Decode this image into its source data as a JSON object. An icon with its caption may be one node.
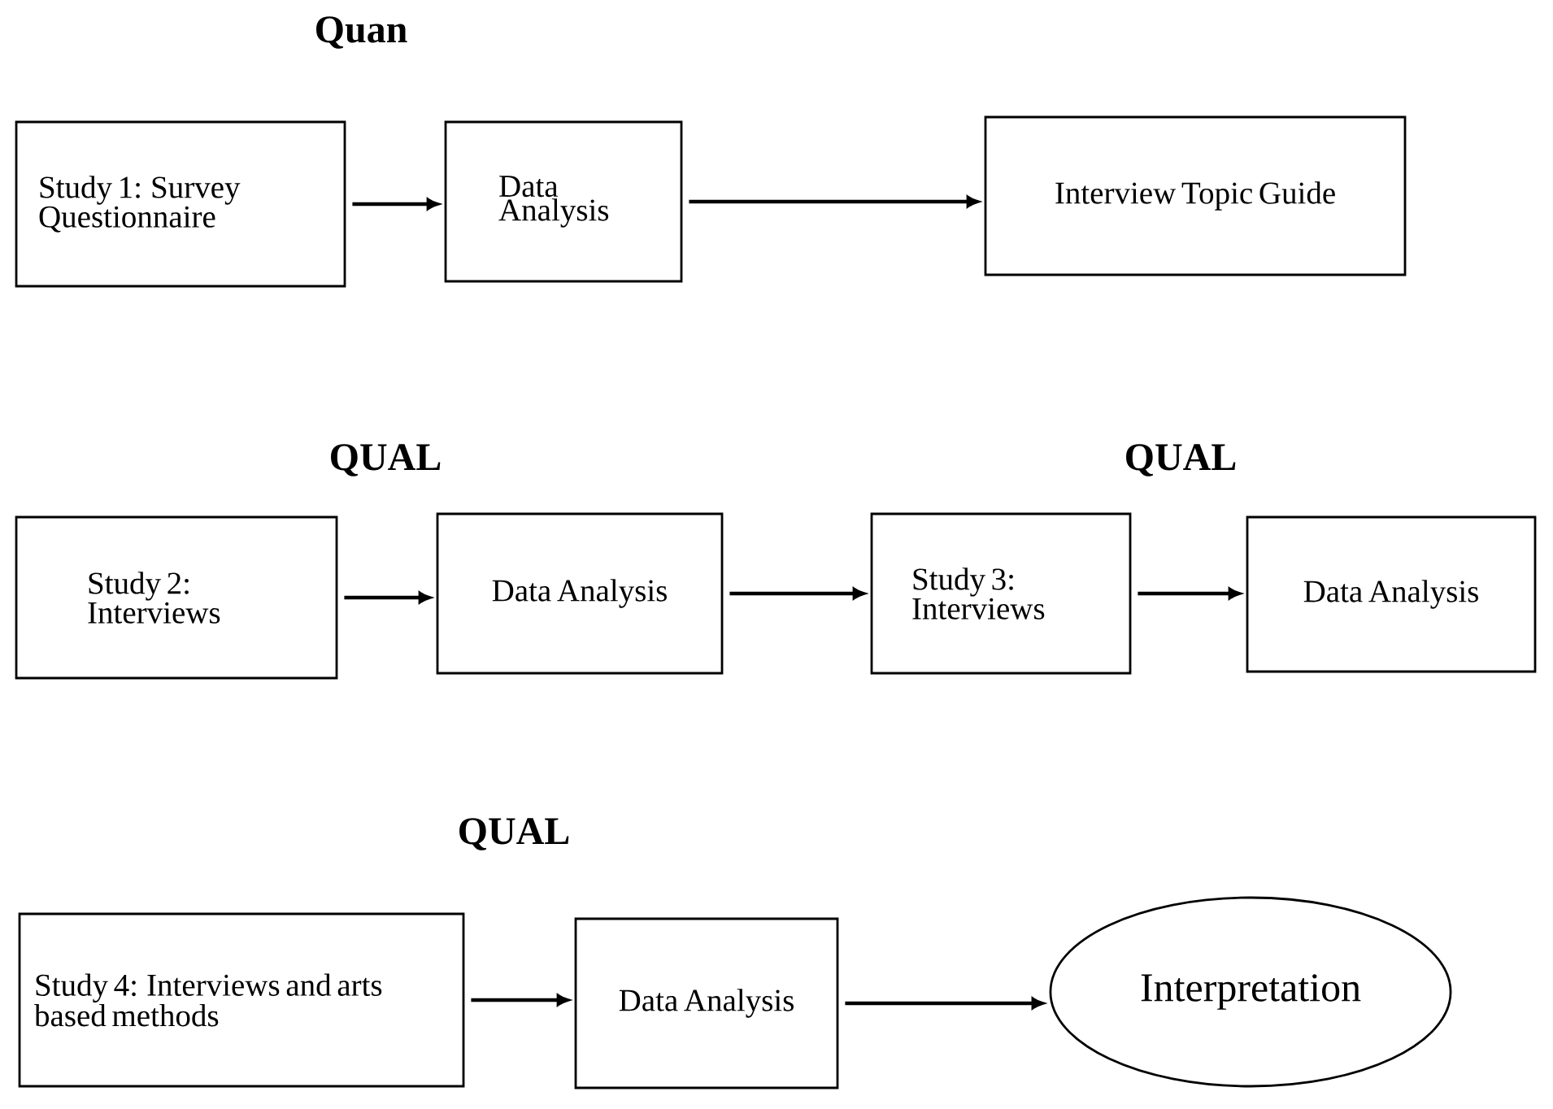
{
  "diagram": {
    "nodes": [
      {
        "text": [
          "Study 1: Survey Questionnaire"
        ]
      },
      {
        "text": [
          "Data Analysis"
        ]
      },
      {
        "text": [
          "Interview Topic Guide"
        ]
      },
      {
        "text": [
          "Study 2: Interviews"
        ]
      },
      {
        "text": [
          "Data Analysis"
        ]
      },
      {
        "text": [
          "Study 3: Interviews"
        ]
      },
      {
        "text": [
          "Data Analysis"
        ]
      },
      {
        "text": [
          "Study 4: Interviews and arts based methods"
        ]
      },
      {
        "text": [
          "Data Analysis"
        ]
      },
      {
        "text": [
          "Interpretation"
        ]
      }
    ],
    "edges": [
      {
        "from": 0,
        "to": 1,
        "arrow": "to"
      },
      {
        "from": 1,
        "to": 2,
        "arrow": "to"
      },
      {
        "from": 3,
        "to": 4,
        "arrow": "to"
      },
      {
        "from": 4,
        "to": 5,
        "arrow": "to"
      },
      {
        "from": 5,
        "to": 6,
        "arrow": "to"
      },
      {
        "from": 7,
        "to": 8,
        "arrow": "to"
      },
      {
        "from": 8,
        "to": 9,
        "arrow": "to"
      }
    ],
    "labels": [
      "Quan",
      "QUAL",
      "QUAL",
      "QUAL"
    ]
  }
}
